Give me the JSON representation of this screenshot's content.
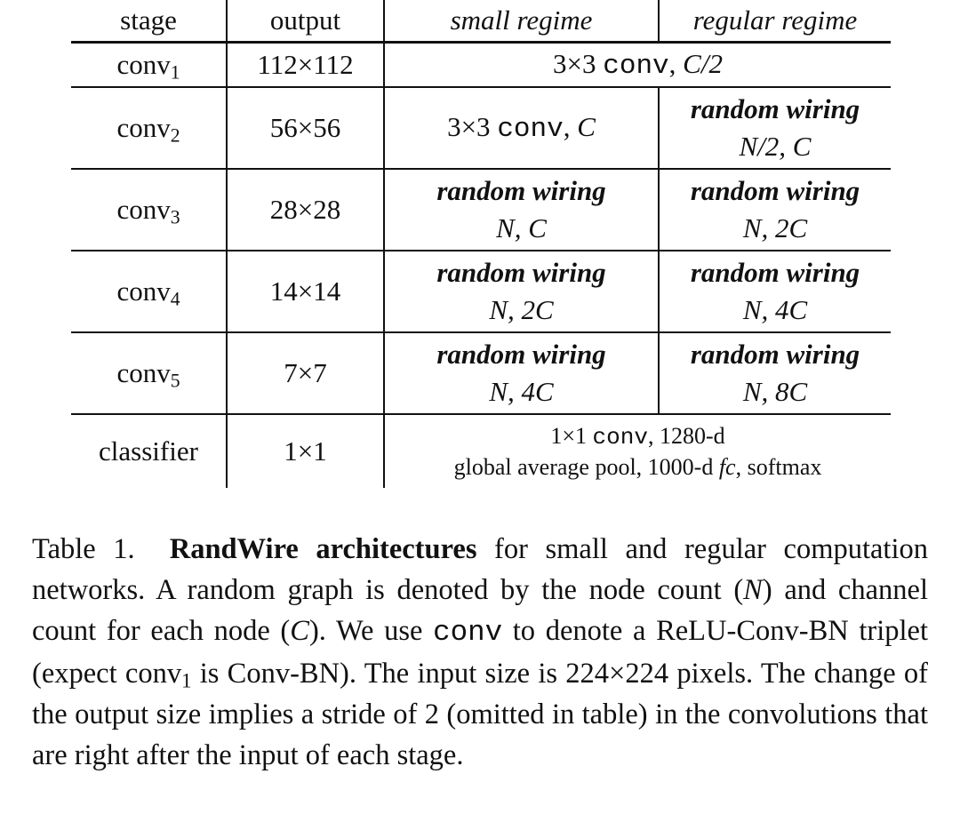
{
  "table": {
    "headers": [
      "stage",
      "output",
      "small regime",
      "regular regime"
    ],
    "times": "×",
    "rows": [
      {
        "stage": "conv",
        "stage_sub": "1",
        "output": "112×112",
        "merged": {
          "kernel": "3×3",
          "op": "conv",
          "sep": ", ",
          "channels": "C/2"
        }
      },
      {
        "stage": "conv",
        "stage_sub": "2",
        "output": "56×56",
        "small": {
          "kernel": "3×3",
          "op": "conv",
          "sep": ", ",
          "channels": "C"
        },
        "regular": {
          "label": "random wiring",
          "params": "N/2, C"
        }
      },
      {
        "stage": "conv",
        "stage_sub": "3",
        "output": "28×28",
        "small": {
          "label": "random wiring",
          "params": "N, C"
        },
        "regular": {
          "label": "random wiring",
          "params": "N, 2C"
        }
      },
      {
        "stage": "conv",
        "stage_sub": "4",
        "output": "14×14",
        "small": {
          "label": "random wiring",
          "params": "N, 2C"
        },
        "regular": {
          "label": "random wiring",
          "params": "N, 4C"
        }
      },
      {
        "stage": "conv",
        "stage_sub": "5",
        "output": "7×7",
        "small": {
          "label": "random wiring",
          "params": "N, 4C"
        },
        "regular": {
          "label": "random wiring",
          "params": "N, 8C"
        }
      },
      {
        "stage": "classifier",
        "output": "1×1",
        "merged": {
          "line1_kernel": "1×1",
          "line1_op": "conv",
          "line1_rest": ", 1280-d",
          "line2_a": "global average pool, 1000-d ",
          "line2_fc": "fc",
          "line2_b": ", softmax"
        }
      }
    ]
  },
  "caption": {
    "label": "Table 1.",
    "title": "RandWire architectures",
    "p1": " for small and regular computation networks. A random graph is denoted by the node count (",
    "N": "N",
    "p2": ") and channel count for each node (",
    "C": "C",
    "p3": "). We use ",
    "conv": "conv",
    "p4": " to denote a ReLU-Conv-BN triplet (expect conv",
    "sub1": "1",
    "p5": " is Conv-BN). The input size is 224×224 pixels. The change of the output size implies a stride of 2 (omitted in table) in the convolutions that are right after the input of each stage."
  }
}
